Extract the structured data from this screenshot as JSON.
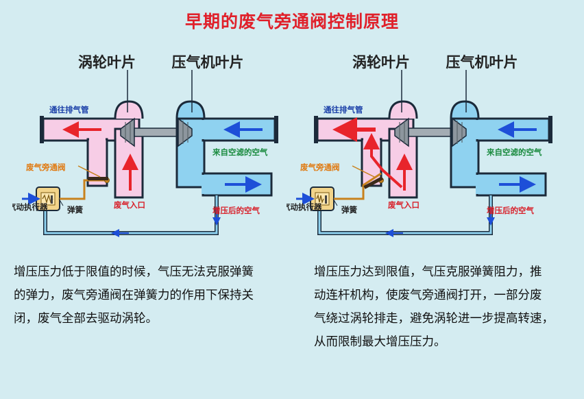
{
  "title": "早期的废气旁通阀控制原理",
  "diagrams": [
    {
      "state": "closed",
      "labels": {
        "turbine_blade": "涡轮叶片",
        "compressor_blade": "压气机叶片",
        "to_exhaust": "通往排气管",
        "from_air_filter": "来自空滤的空气",
        "wastegate": "废气旁通阀",
        "actuator": "气动执行器",
        "spring": "弹簧",
        "exhaust_inlet": "废气入口",
        "boosted_air": "增压后的空气"
      }
    },
    {
      "state": "open",
      "labels": {
        "turbine_blade": "涡轮叶片",
        "compressor_blade": "压气机叶片",
        "to_exhaust": "通往排气管",
        "from_air_filter": "来自空滤的空气",
        "wastegate": "废气旁通阀",
        "actuator": "气动执行器",
        "spring": "弹簧",
        "exhaust_inlet": "废气入口",
        "boosted_air": "增压后的空气"
      }
    }
  ],
  "descriptions": {
    "left": "增压压力低于限值的时候，气压无法克服弹簧\n的弹力，废气旁通阀在弹簧力的作用下保持关\n闭，废气全部去驱动涡轮。",
    "right": "增压压力达到限值，气压克服弹簧阻力，推\n动连杆机构，使废气旁通阀打开，一部分废\n气绕过涡轮排走，避免涡轮进一步提高转速，\n从而限制最大增压压力。"
  },
  "colors": {
    "title": "#e0202a",
    "exhaust": "#f7cde6",
    "intake": "#8fd2f0",
    "pipe_outline": "#1b2a3a",
    "arrow_red": "#e8242b",
    "arrow_blue": "#1d4fd8",
    "linkage": "#c8821d",
    "background": "#d4ecf1"
  }
}
